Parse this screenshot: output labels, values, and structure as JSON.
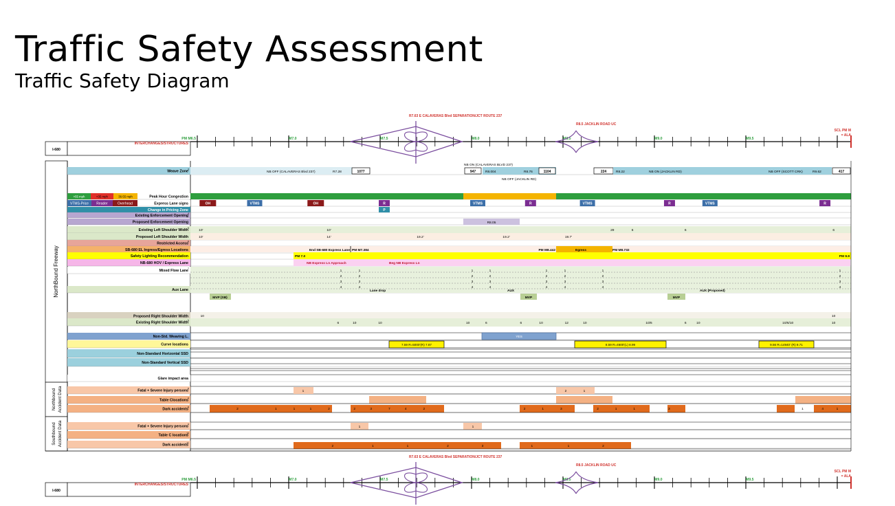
{
  "slide": {
    "title": "Traffic Safety Assessment",
    "subtitle": "Traffic Safety Diagram"
  },
  "header": {
    "route": "I-680",
    "interchanges_label": "INTERCHANGES/STRUCTURES",
    "structure_top_1": "R7.63 E CALAVERAS Blvd SEPARATION/JCT ROUTE 237",
    "structure_top_2": "R8.5 JACKLIN ROAD UC",
    "scl_note": "SCL PM M",
    "scl_note_2": "= ALA",
    "postmiles": [
      {
        "label": "PM M6.5",
        "pm": 6.5
      },
      {
        "label": "M7.0",
        "pm": 7.0
      },
      {
        "label": "M7.5",
        "pm": 7.5
      },
      {
        "label": "M8.0",
        "pm": 8.0
      },
      {
        "label": "M8.5",
        "pm": 8.5
      },
      {
        "label": "M9.0",
        "pm": 9.0
      },
      {
        "label": "M9.5",
        "pm": 9.5
      }
    ]
  },
  "sections": {
    "northbound": "NorthBound Freeway",
    "nb_accident": "Northbound Accident Data",
    "sb_accident": "Southbound Accident Data"
  },
  "legend": {
    "items": [
      {
        "label": ">55 mph",
        "color": "#2e9e3e"
      },
      {
        "label": "<35 mph",
        "color": "#e0302a"
      },
      {
        "label": "36-55 mph",
        "color": "#f4b400"
      }
    ],
    "signs": [
      {
        "label": "VTMS-Price",
        "color": "#3c6fa8"
      },
      {
        "label": "Reader",
        "color": "#7b2d91"
      },
      {
        "label": "Overhead",
        "color": "#8b1a1a"
      }
    ]
  },
  "rows": [
    {
      "key": "weave",
      "label": "Weave Zone",
      "sup": "3"
    },
    {
      "key": "congestion",
      "label": "Peak Hour Congestion",
      "sup": ""
    },
    {
      "key": "signs",
      "label": "Express Lane signs",
      "sup": ""
    },
    {
      "key": "pricing",
      "label": "Change in Pricing Zone",
      "sup": ""
    },
    {
      "key": "exist_enf",
      "label": "Existing Enforcement Opening",
      "sup": "4"
    },
    {
      "key": "prop_enf",
      "label": "Proposed Enforcement Opening",
      "sup": ""
    },
    {
      "key": "exist_left",
      "label": "Existing Left Shoulder Width",
      "sup": "5"
    },
    {
      "key": "prop_left",
      "label": "Proposed Left Shoulder Width",
      "sup": ""
    },
    {
      "key": "restricted",
      "label": "Restricted Access",
      "sup": "6"
    },
    {
      "key": "ingress",
      "label": "SB-680 EL Ingress/Egress Locations",
      "sup": ""
    },
    {
      "key": "lighting",
      "label": "Safety Lighting Recommendation",
      "sup": ""
    },
    {
      "key": "hov",
      "label": "NB-680 HOV / Express Lane",
      "sup": ""
    },
    {
      "key": "mixed",
      "label": "Mixed Flow Lane",
      "sup": "7"
    },
    {
      "key": "aux",
      "label": "Aux Lane",
      "sup": ""
    },
    {
      "key": "prop_right",
      "label": "Proposed Right Shoulder Width",
      "sup": ""
    },
    {
      "key": "exist_right",
      "label": "Existing Right Shoulder Width",
      "sup": "5"
    },
    {
      "key": "weaving",
      "label": "Non-Std. Weaving L.",
      "sup": ""
    },
    {
      "key": "curve",
      "label": "Curve locations",
      "sup": ""
    },
    {
      "key": "hssd",
      "label": "Non-Standard Horizontal SSD",
      "sup": ""
    },
    {
      "key": "vssd",
      "label": "Non-Standard Vertical SSD",
      "sup": ""
    },
    {
      "key": "glare",
      "label": "Glare impact area",
      "sup": ""
    },
    {
      "key": "nb_fatal",
      "label": "Fatal + Severe Injury persons",
      "sup": "8"
    },
    {
      "key": "nb_tablec",
      "label": "Table Clocations",
      "sup": "9"
    },
    {
      "key": "nb_dark",
      "label": "Dark accidents",
      "sup": "8"
    },
    {
      "key": "sb_fatal",
      "label": "Fatal + Severe Injury persons",
      "sup": "9"
    },
    {
      "key": "sb_tablec",
      "label": "Table C locations",
      "sup": "10"
    },
    {
      "key": "sb_dark",
      "label": "Dark accidents",
      "sup": "11"
    }
  ],
  "weave": {
    "segments": [
      {
        "label": "NB OFF (CALAVERAS Blvd 237)",
        "pm_label": "R7.28",
        "count": "1077"
      },
      {
        "label": "NB ON (JACKLIN RD)",
        "pm_label": "R8.22",
        "count": "224"
      },
      {
        "label": "NB OFF (SCOTT CRK)",
        "pm_label": "R9.62",
        "count": "417"
      }
    ],
    "mid_top": "NB ON (CALAVERAS BLVD 237)",
    "mid_bottom": "NB OFF (JACKLIN RD)",
    "mid_count_1": "947",
    "mid_pm_1": "R8.004",
    "mid_pm_2": "R8.76",
    "mid_count_2": "1104"
  },
  "signs": [
    {
      "label": "OH",
      "type": "oh",
      "pm": 6.52
    },
    {
      "label": "VTMS",
      "type": "vtms",
      "pm": 6.78
    },
    {
      "label": "OH",
      "type": "oh",
      "pm": 7.11
    },
    {
      "label": "R",
      "type": "r",
      "pm": 7.5
    },
    {
      "label": "VTMS",
      "type": "vtms",
      "pm": 8.0
    },
    {
      "label": "R",
      "type": "r",
      "pm": 8.3
    },
    {
      "label": "VTMS",
      "type": "vtms",
      "pm": 8.6
    },
    {
      "label": "R",
      "type": "r",
      "pm": 9.06
    },
    {
      "label": "VTMS",
      "type": "vtms",
      "pm": 9.27
    },
    {
      "label": "R",
      "type": "r",
      "pm": 9.91
    }
  ],
  "pricing_marker": {
    "label": "P",
    "pm": 7.5
  },
  "enforcement": {
    "label": "R8.05"
  },
  "left_shoulder_existing": [
    {
      "label": "10'",
      "pm": 6.52
    },
    {
      "label": "10'",
      "pm": 7.22
    },
    {
      "label": "29",
      "pm": 8.77
    },
    {
      "label": "6",
      "pm": 8.88
    },
    {
      "label": "6",
      "pm": 9.17
    },
    {
      "label": "6",
      "pm": 9.98
    }
  ],
  "left_shoulder_proposed": [
    {
      "label": "10'",
      "pm": 6.52
    },
    {
      "label": "14'",
      "pm": 7.22
    },
    {
      "label": "19.2'",
      "pm": 7.72
    },
    {
      "label": "19.2'",
      "pm": 8.19
    },
    {
      "label": "19.7'",
      "pm": 8.53
    }
  ],
  "ingress": [
    {
      "label": "End SB-680 Express Lane",
      "pm": 7.09
    },
    {
      "label": "PM M7.384",
      "pm": 7.37
    },
    {
      "label": "PM M8.442",
      "pm": 8.36
    },
    {
      "label": "Egress",
      "pm": 8.53
    },
    {
      "label": "PM M8.732",
      "pm": 8.73
    }
  ],
  "lighting": {
    "start": "PM 7.0",
    "end": "PM 9.9"
  },
  "hov": {
    "a": "NB Express Ln Approach",
    "b": "Beg NB Express Ln"
  },
  "lanes": {
    "aux_drop": "Lane drop",
    "aux": "AUX",
    "aux_proposed": "AUX (Proposed)",
    "mvp_sb": "MVP (SB)",
    "mvp": "MVP"
  },
  "right_shoulder": {
    "proposed": [
      {
        "label": "10",
        "pm": 6.52
      },
      {
        "label": "10",
        "pm": 9.98
      }
    ],
    "existing": [
      {
        "label": "6",
        "pm": 7.27
      },
      {
        "label": "10",
        "pm": 7.36
      },
      {
        "label": "10",
        "pm": 7.5
      },
      {
        "label": "10",
        "pm": 7.98
      },
      {
        "label": "6",
        "pm": 8.08
      },
      {
        "label": "6",
        "pm": 8.27
      },
      {
        "label": "10",
        "pm": 8.38
      },
      {
        "label": "12",
        "pm": 8.52
      },
      {
        "label": "10",
        "pm": 8.62
      },
      {
        "label": "10/6",
        "pm": 8.97
      },
      {
        "label": "6",
        "pm": 9.17
      },
      {
        "label": "10",
        "pm": 9.24
      },
      {
        "label": "10/6/10",
        "pm": 9.73
      },
      {
        "label": "10",
        "pm": 9.98
      }
    ]
  },
  "weaving_yes": "YES",
  "curves": [
    {
      "label": "7.59 R=5000'(R) 7.87"
    },
    {
      "label": "8.59 R=4600'(L) 8.99"
    },
    {
      "label": "9.56 R=14940' (R) 9.71"
    }
  ],
  "nb_fatal": [
    {
      "label": "1",
      "pm": 7.06
    },
    {
      "label": "2",
      "pm": 8.55
    },
    {
      "label": "1",
      "pm": 8.66
    }
  ],
  "nb_dark": [
    {
      "label": "2",
      "pm": 6.72
    },
    {
      "label": "1",
      "pm": 6.93
    },
    {
      "label": "1",
      "pm": 7.03
    },
    {
      "label": "1",
      "pm": 7.12
    },
    {
      "label": "2",
      "pm": 7.22
    },
    {
      "label": "2",
      "pm": 7.36
    },
    {
      "label": "3",
      "pm": 7.45
    },
    {
      "label": "7",
      "pm": 7.55
    },
    {
      "label": "4",
      "pm": 7.64
    },
    {
      "label": "2",
      "pm": 7.74
    },
    {
      "label": "2",
      "pm": 8.29
    },
    {
      "label": "1",
      "pm": 8.39
    },
    {
      "label": "3",
      "pm": 8.49
    },
    {
      "label": "2",
      "pm": 8.69
    },
    {
      "label": "1",
      "pm": 8.79
    },
    {
      "label": "1",
      "pm": 8.89
    },
    {
      "label": "3",
      "pm": 9.08
    },
    {
      "label": "1",
      "pm": 9.81
    },
    {
      "label": "4",
      "pm": 9.92
    },
    {
      "label": "1",
      "pm": 10.0
    }
  ],
  "sb_fatal": [
    {
      "label": "1",
      "pm": 7.37
    },
    {
      "label": "1",
      "pm": 8.0
    }
  ],
  "sb_dark": [
    {
      "label": "2",
      "pm": 7.24
    },
    {
      "label": "1",
      "pm": 7.46
    },
    {
      "label": "1",
      "pm": 7.65
    },
    {
      "label": "2",
      "pm": 7.87
    },
    {
      "label": "3",
      "pm": 8.06
    },
    {
      "label": "1",
      "pm": 8.33
    },
    {
      "label": "1",
      "pm": 8.53
    },
    {
      "label": "2",
      "pm": 8.72
    }
  ],
  "colors": {
    "pm_label": "#2e9e3e",
    "structure": "#d0322d",
    "diamond": "#7a4d9e",
    "weave": "#9fd0de",
    "congestion_green": "#2e9e3e",
    "congestion_yellow": "#f4b400",
    "oh": "#8b1a1a",
    "vtms": "#3c6fa8",
    "reader": "#7b2d91",
    "pricing": "#2f8fa8",
    "enforcement": "#b7a6d0",
    "light_green": "#dbe8c9",
    "restricted": "#e7a59a",
    "ingress": "#f4b26b",
    "lighting": "#ffff00",
    "hov": "#f6b6e8",
    "weaving": "#7fa2cf",
    "curve": "#fff200",
    "ssd": "#9bd0dd",
    "fatal": "#f8c7a8",
    "tablec": "#f4b183",
    "dark": "#e06a1c"
  }
}
